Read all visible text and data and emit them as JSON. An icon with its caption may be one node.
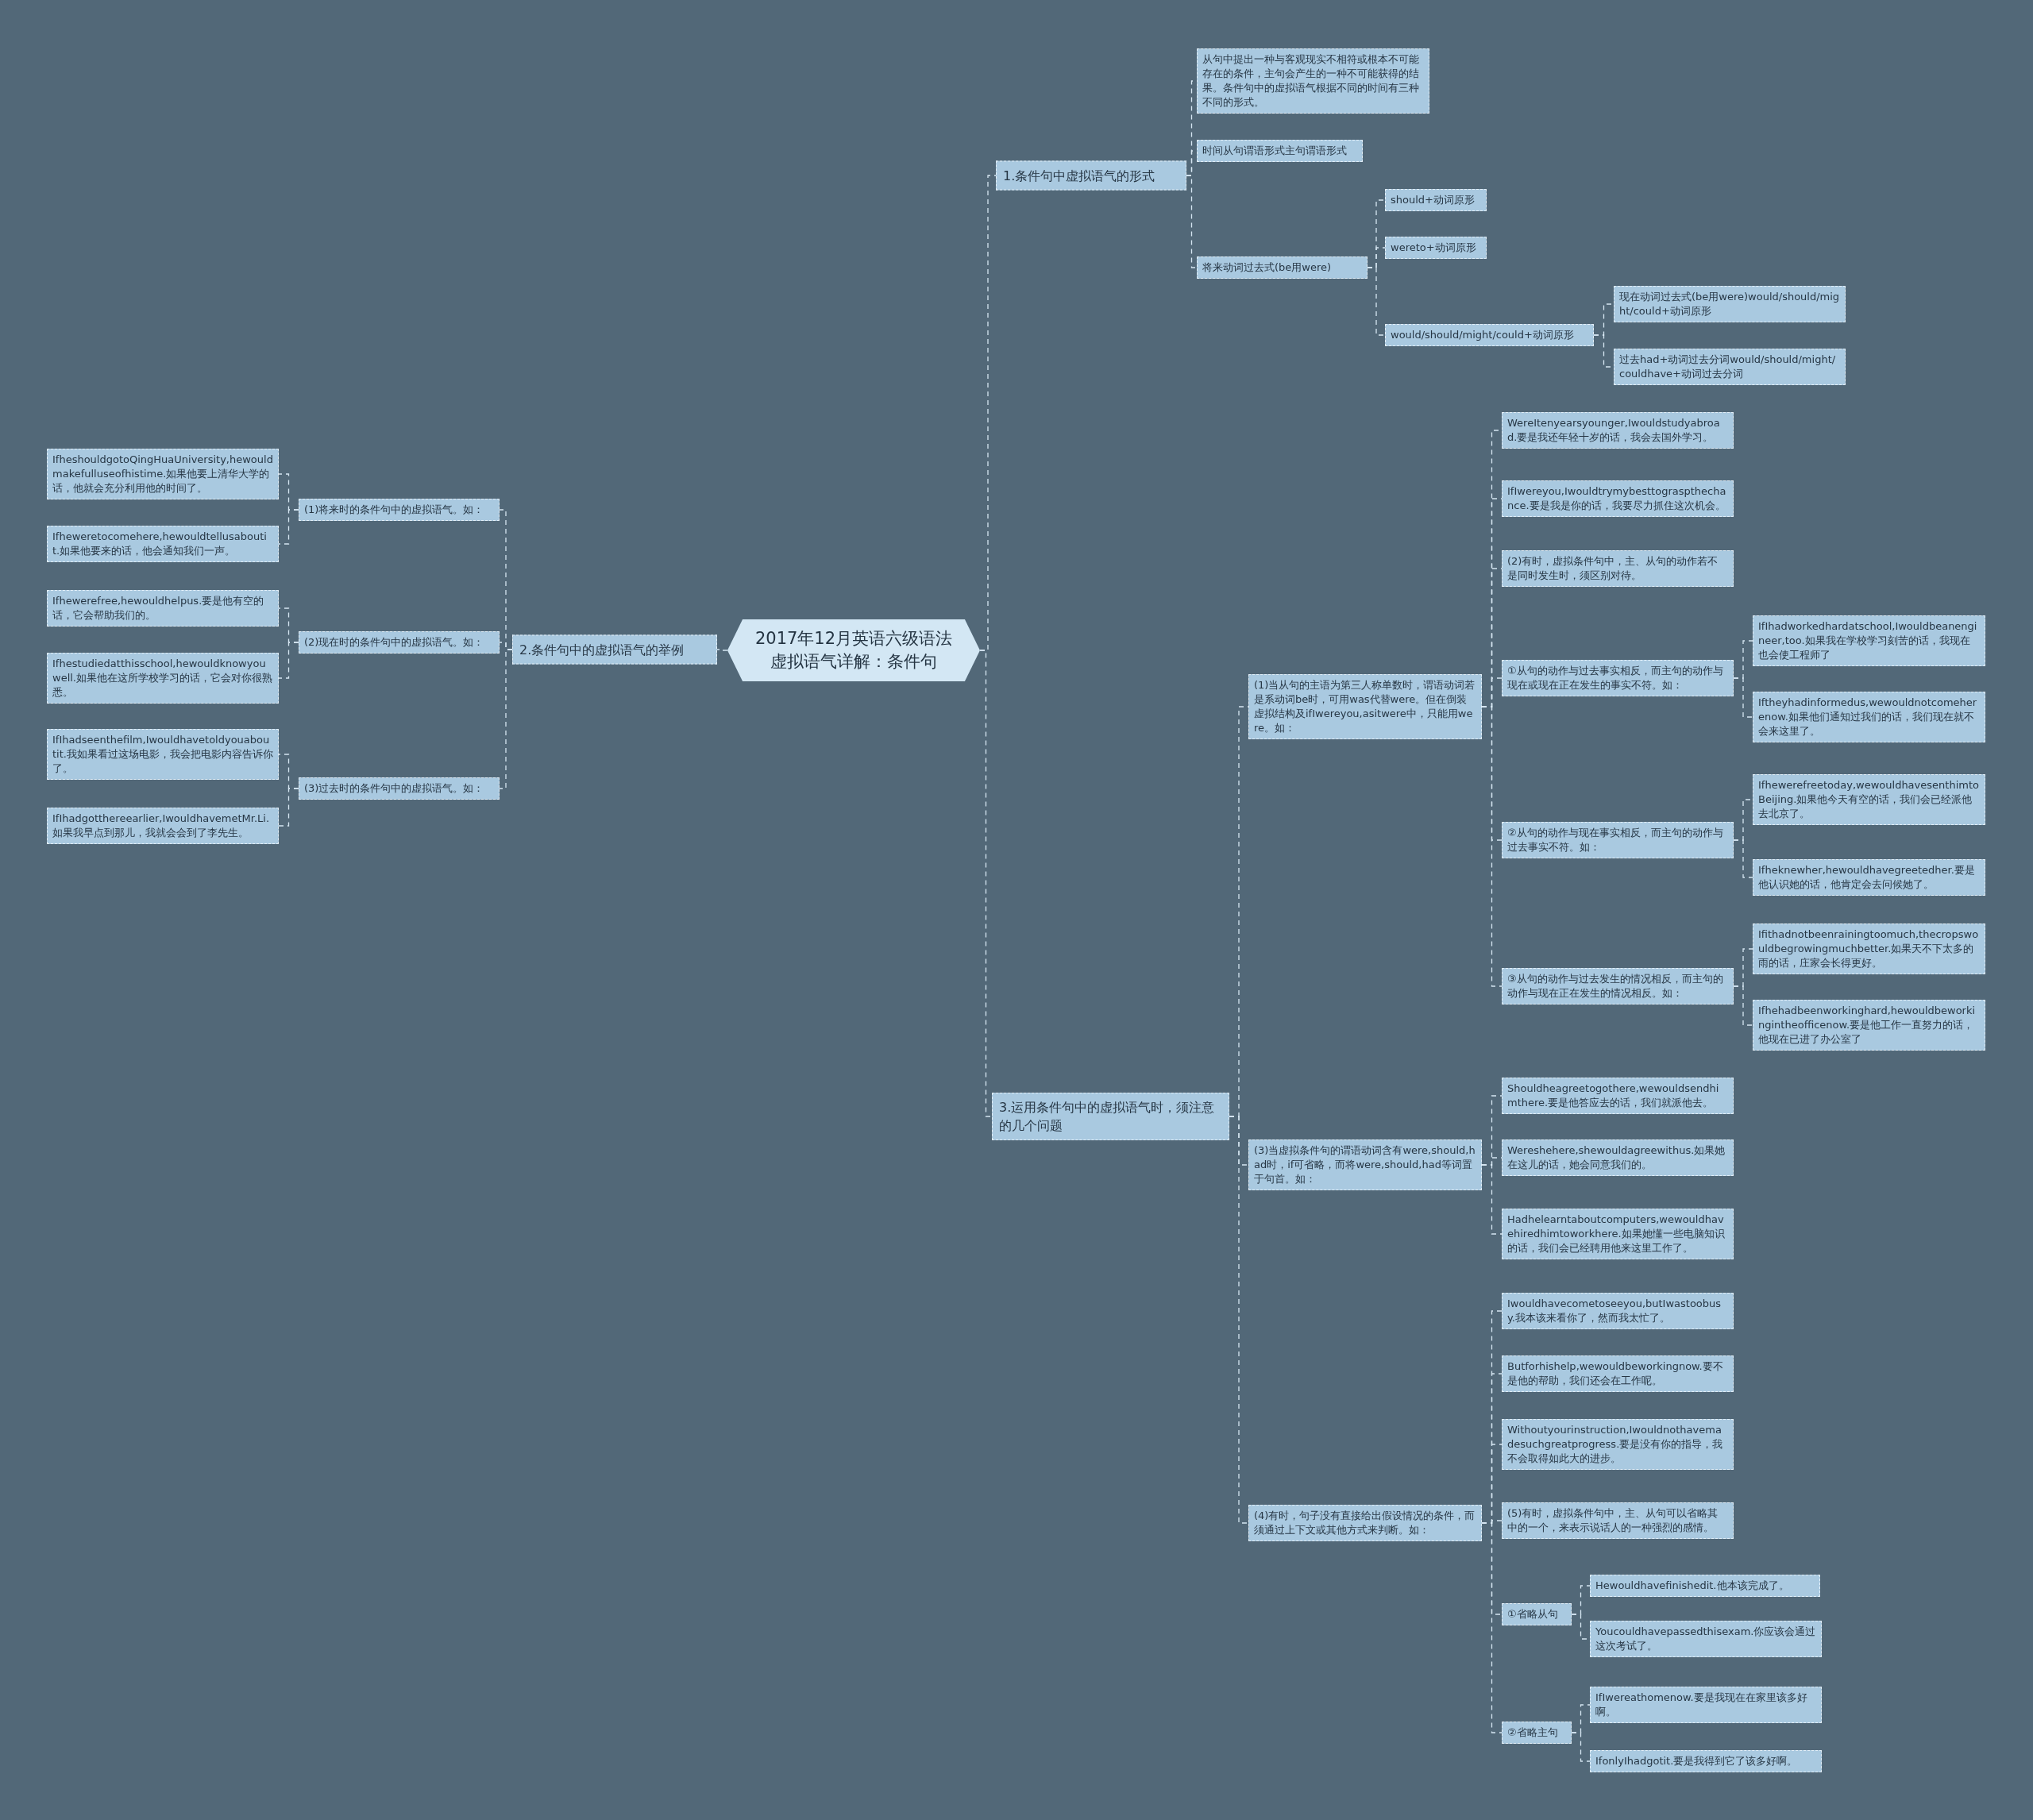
{
  "diagram": {
    "nodes": [
      {
        "text": [
          "2017年12月英语六级语法虚拟语气详解：条件句"
        ]
      },
      {
        "text": [
          "1.条件句中虚拟语气的形式"
        ]
      },
      {
        "text": [
          "从句中提出一种与客观现实不相符或根本不可能存在的条件，主句会产生的一种不可能获得的结果。条件句中的虚拟语气根据不同的时间有三种不同的形式。"
        ]
      },
      {
        "text": [
          "时间从句谓语形式主句谓语形式"
        ]
      },
      {
        "text": [
          "将来动词过去式(be用were)"
        ]
      },
      {
        "text": [
          "should+动词原形"
        ]
      },
      {
        "text": [
          "wereto+动词原形"
        ]
      },
      {
        "text": [
          "would/should/might/could+动词原形"
        ]
      },
      {
        "text": [
          "现在动词过去式(be用were)would/should/might/could+动词原形"
        ]
      },
      {
        "text": [
          "过去had+动词过去分词would/should/might/couldhave+动词过去分词"
        ]
      },
      {
        "text": [
          "3.运用条件句中的虚拟语气时，须注意的几个问题"
        ]
      },
      {
        "text": [
          "(1)当从句的主语为第三人称单数时，谓语动词若是系动词be时，可用was代替were。但在倒装虚拟结构及ifIwereyou,asitwere中，只能用were。如："
        ]
      },
      {
        "text": [
          "WereItenyearsyounger,Iwouldstudyabroad.要是我还年轻十岁的话，我会去国外学习。"
        ]
      },
      {
        "text": [
          "IfIwereyou,Iwouldtrymybesttograspthechance.要是我是你的话，我要尽力抓住这次机会。"
        ]
      },
      {
        "text": [
          "(2)有时，虚拟条件句中，主、从句的动作若不是同时发生时，须区别对待。"
        ]
      },
      {
        "text": [
          "①从句的动作与过去事实相反，而主句的动作与现在或现在正在发生的事实不符。如："
        ]
      },
      {
        "text": [
          "IfIhadworkedhardatschool,Iwouldbeanengineer,too.如果我在学校学习刻苦的话，我现在也会使工程师了"
        ]
      },
      {
        "text": [
          "Iftheyhadinformedus,wewouldnotcomeherenow.如果他们通知过我们的话，我们现在就不会来这里了。"
        ]
      },
      {
        "text": [
          "②从句的动作与现在事实相反，而主句的动作与过去事实不符。如："
        ]
      },
      {
        "text": [
          "Ifhewerefreetoday,wewouldhavesenthimtoBeijing.如果他今天有空的话，我们会已经派他去北京了。"
        ]
      },
      {
        "text": [
          "Ifheknewher,hewouldhavegreetedher.要是他认识她的话，他肯定会去问候她了。"
        ]
      },
      {
        "text": [
          "③从句的动作与过去发生的情况相反，而主句的动作与现在正在发生的情况相反。如："
        ]
      },
      {
        "text": [
          "Ifithadnotbeenrainingtoomuch,thecropswouldbegrowingmuchbetter.如果天不下太多的雨的话，庄家会长得更好。"
        ]
      },
      {
        "text": [
          "Ifhehadbeenworkinghard,hewouldbeworkingintheofficenow.要是他工作一直努力的话，他现在已进了办公室了"
        ]
      },
      {
        "text": [
          "(3)当虚拟条件句的谓语动词含有were,should,had时，if可省略，而将were,should,had等词置于句首。如："
        ]
      },
      {
        "text": [
          "Shouldheagreetogothere,wewouldsendhimthere.要是他答应去的话，我们就派他去。"
        ]
      },
      {
        "text": [
          "Wereshehere,shewouldagreewithus.如果她在这儿的话，她会同意我们的。"
        ]
      },
      {
        "text": [
          "Hadhelearntaboutcomputers,wewouldhavehiredhimtoworkhere.如果她懂一些电脑知识的话，我们会已经聘用他来这里工作了。"
        ]
      },
      {
        "text": [
          "(4)有时，句子没有直接给出假设情况的条件，而须通过上下文或其他方式来判断。如："
        ]
      },
      {
        "text": [
          "Iwouldhavecometoseeyou,butIwastoobusy.我本该来看你了，然而我太忙了。"
        ]
      },
      {
        "text": [
          "Butforhishelp,wewouldbeworkingnow.要不是他的帮助，我们还会在工作呢。"
        ]
      },
      {
        "text": [
          "Withoutyourinstruction,Iwouldnothavemadesuchgreatprogress.要是没有你的指导，我不会取得如此大的进步。"
        ]
      },
      {
        "text": [
          "(5)有时，虚拟条件句中，主、从句可以省略其中的一个，来表示说话人的一种强烈的感情。"
        ]
      },
      {
        "text": [
          "①省略从句"
        ]
      },
      {
        "text": [
          "Hewouldhavefinishedit.他本该完成了。"
        ]
      },
      {
        "text": [
          "Youcouldhavepassedthisexam.你应该会通过这次考试了。"
        ]
      },
      {
        "text": [
          "②省略主句"
        ]
      },
      {
        "text": [
          "IfIwereathomenow.要是我现在在家里该多好啊。"
        ]
      },
      {
        "text": [
          "IfonlyIhadgotit.要是我得到它了该多好啊。"
        ]
      },
      {
        "text": [
          "2.条件句中的虚拟语气的举例"
        ]
      },
      {
        "text": [
          "(1)将来时的条件句中的虚拟语气。如："
        ]
      },
      {
        "text": [
          "IfheshouldgotoQingHuaUniversity,hewouldmakefulluseofhistime.如果他要上清华大学的话，他就会充分利用他的时间了。"
        ]
      },
      {
        "text": [
          "Ifheweretocomehere,hewouldtellusaboutit.如果他要来的话，他会通知我们一声。"
        ]
      },
      {
        "text": [
          "(2)现在时的条件句中的虚拟语气。如："
        ]
      },
      {
        "text": [
          "Ifhewerefree,hewouldhelpus.要是他有空的话，它会帮助我们的。"
        ]
      },
      {
        "text": [
          "Ifhestudiedatthisschool,hewouldknowyouwell.如果他在这所学校学习的话，它会对你很熟悉。"
        ]
      },
      {
        "text": [
          "(3)过去时的条件句中的虚拟语气。如："
        ]
      },
      {
        "text": [
          "IfIhadseenthefilm,Iwouldhavetoldyouaboutit.我如果看过这场电影，我会把电影内容告诉你了。"
        ]
      },
      {
        "text": [
          "IfIhadgotthereearlier,IwouldhavemetMr.Li.如果我早点到那儿，我就会会到了李先生。"
        ]
      }
    ],
    "edges": [
      {
        "from": 0,
        "to": 1,
        "arrow": "none"
      },
      {
        "from": 1,
        "to": 2,
        "arrow": "none"
      },
      {
        "from": 1,
        "to": 3,
        "arrow": "none"
      },
      {
        "from": 1,
        "to": 4,
        "arrow": "none"
      },
      {
        "from": 4,
        "to": 5,
        "arrow": "none"
      },
      {
        "from": 4,
        "to": 6,
        "arrow": "none"
      },
      {
        "from": 4,
        "to": 7,
        "arrow": "none"
      },
      {
        "from": 7,
        "to": 8,
        "arrow": "none"
      },
      {
        "from": 7,
        "to": 9,
        "arrow": "none"
      },
      {
        "from": 0,
        "to": 10,
        "arrow": "none"
      },
      {
        "from": 10,
        "to": 11,
        "arrow": "none"
      },
      {
        "from": 11,
        "to": 12,
        "arrow": "none"
      },
      {
        "from": 11,
        "to": 13,
        "arrow": "none"
      },
      {
        "from": 11,
        "to": 14,
        "arrow": "none"
      },
      {
        "from": 11,
        "to": 15,
        "arrow": "none"
      },
      {
        "from": 15,
        "to": 16,
        "arrow": "none"
      },
      {
        "from": 15,
        "to": 17,
        "arrow": "none"
      },
      {
        "from": 11,
        "to": 18,
        "arrow": "none"
      },
      {
        "from": 18,
        "to": 19,
        "arrow": "none"
      },
      {
        "from": 18,
        "to": 20,
        "arrow": "none"
      },
      {
        "from": 11,
        "to": 21,
        "arrow": "none"
      },
      {
        "from": 21,
        "to": 22,
        "arrow": "none"
      },
      {
        "from": 21,
        "to": 23,
        "arrow": "none"
      },
      {
        "from": 10,
        "to": 24,
        "arrow": "none"
      },
      {
        "from": 24,
        "to": 25,
        "arrow": "none"
      },
      {
        "from": 24,
        "to": 26,
        "arrow": "none"
      },
      {
        "from": 24,
        "to": 27,
        "arrow": "none"
      },
      {
        "from": 10,
        "to": 28,
        "arrow": "none"
      },
      {
        "from": 28,
        "to": 29,
        "arrow": "none"
      },
      {
        "from": 28,
        "to": 30,
        "arrow": "none"
      },
      {
        "from": 28,
        "to": 31,
        "arrow": "none"
      },
      {
        "from": 28,
        "to": 32,
        "arrow": "none"
      },
      {
        "from": 28,
        "to": 33,
        "arrow": "none"
      },
      {
        "from": 33,
        "to": 34,
        "arrow": "none"
      },
      {
        "from": 33,
        "to": 35,
        "arrow": "none"
      },
      {
        "from": 28,
        "to": 36,
        "arrow": "none"
      },
      {
        "from": 36,
        "to": 37,
        "arrow": "none"
      },
      {
        "from": 36,
        "to": 38,
        "arrow": "none"
      },
      {
        "from": 0,
        "to": 39,
        "arrow": "none"
      },
      {
        "from": 39,
        "to": 40,
        "arrow": "none"
      },
      {
        "from": 40,
        "to": 41,
        "arrow": "none"
      },
      {
        "from": 40,
        "to": 42,
        "arrow": "none"
      },
      {
        "from": 39,
        "to": 43,
        "arrow": "none"
      },
      {
        "from": 43,
        "to": 44,
        "arrow": "none"
      },
      {
        "from": 43,
        "to": 45,
        "arrow": "none"
      },
      {
        "from": 39,
        "to": 46,
        "arrow": "none"
      },
      {
        "from": 46,
        "to": 47,
        "arrow": "none"
      },
      {
        "from": 46,
        "to": 48,
        "arrow": "none"
      }
    ]
  }
}
